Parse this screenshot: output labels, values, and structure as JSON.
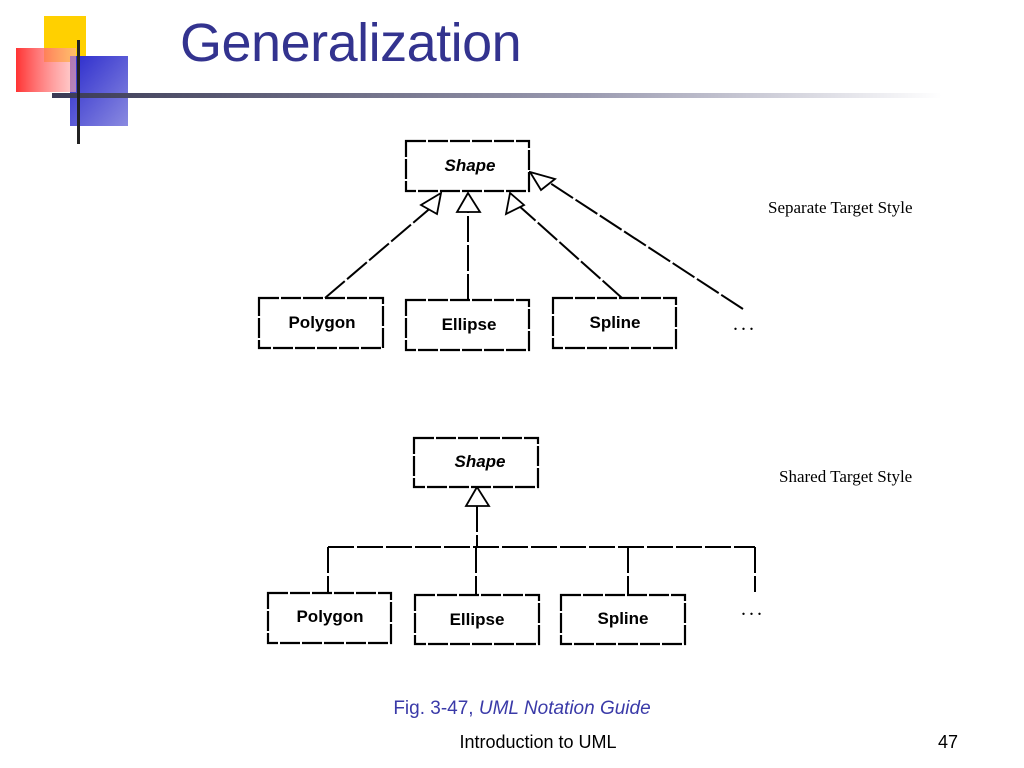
{
  "slide": {
    "title": "Generalization",
    "footer": "Introduction to UML",
    "page_number": "47",
    "caption_prefix": "Fig. 3-47, ",
    "caption_italic": "UML Notation Guide",
    "colors": {
      "title": "#33338f",
      "caption": "#3a3aa8",
      "deco_yellow": "#ffd000",
      "deco_red": "#ff4444",
      "deco_blue": "#3333cc"
    }
  },
  "diagram_top": {
    "style_label": "Separate Target Style",
    "parent": "Shape",
    "children": [
      "Polygon",
      "Ellipse",
      "Spline"
    ],
    "ellipsis": "..."
  },
  "diagram_bottom": {
    "style_label": "Shared Target Style",
    "parent": "Shape",
    "children": [
      "Polygon",
      "Ellipse",
      "Spline"
    ],
    "ellipsis": "..."
  }
}
